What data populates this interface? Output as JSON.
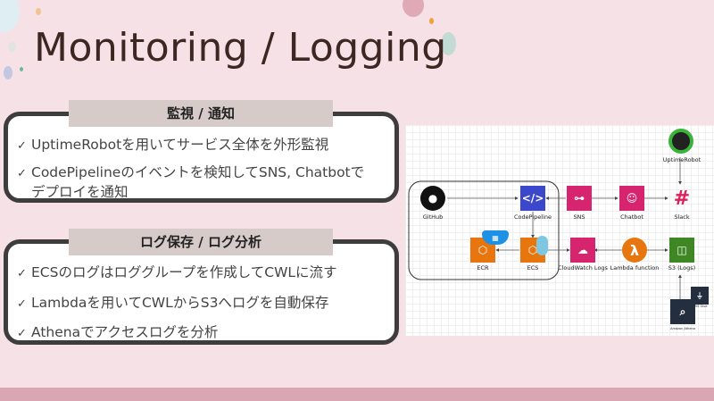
{
  "title": "Monitoring / Logging",
  "sections": [
    {
      "heading": "監視 / 通知",
      "items": [
        {
          "lines": [
            "UptimeRobotを用いてサービス全体を外形監視"
          ]
        },
        {
          "lines": [
            "CodePipelineのイベントを検知してSNS, Chatbotで",
            "デプロイを通知"
          ]
        }
      ]
    },
    {
      "heading": "ログ保存 / ログ分析",
      "items": [
        {
          "lines": [
            "ECSのログはロググループを作成してCWLに流す"
          ]
        },
        {
          "lines": [
            "Lambdaを用いてCWLからS3へログを自動保存"
          ]
        },
        {
          "lines": [
            "Athenaでアクセスログを分析"
          ]
        }
      ]
    }
  ],
  "check": "✓",
  "diagram": {
    "github": "GitHub",
    "codepipeline": "CodePipeline",
    "sns": "SNS",
    "chatbot": "Chatbot",
    "slack": "Slack",
    "uptimerobot": "UptimeRobot",
    "ecr": "ECR",
    "ecs": "ECS",
    "cloudwatch": "CloudWatch Logs",
    "lambda": "Lambda function",
    "s3": "S3 (Logs)",
    "athena": "Amazon Athena",
    "glue": "AWS Glue"
  },
  "colors": {
    "pink_service": "#d6246e",
    "orange_service": "#e8760f",
    "blue_service": "#3b48cc",
    "green_service": "#3f8624",
    "dark_service": "#232f3e",
    "accent_bg": "#f5e1e6"
  }
}
